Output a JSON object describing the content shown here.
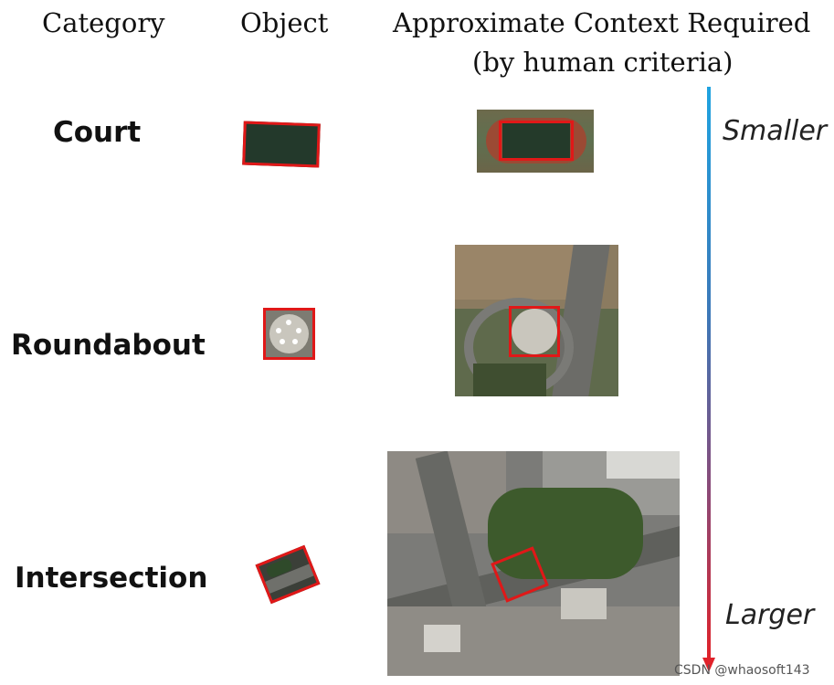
{
  "headers": {
    "category": "Category",
    "object": "Object",
    "context_line1": "Approximate Context Required",
    "context_line2": "(by human criteria)"
  },
  "rows": [
    {
      "category": "Court"
    },
    {
      "category": "Roundabout"
    },
    {
      "category": "Intersection"
    }
  ],
  "scale": {
    "top": "Smaller",
    "bottom": "Larger",
    "arrow_colors": [
      "#1fa3e0",
      "#e0222a"
    ]
  },
  "watermark": "CSDN @whaosoft143",
  "colors": {
    "bbox": "#e01818"
  }
}
